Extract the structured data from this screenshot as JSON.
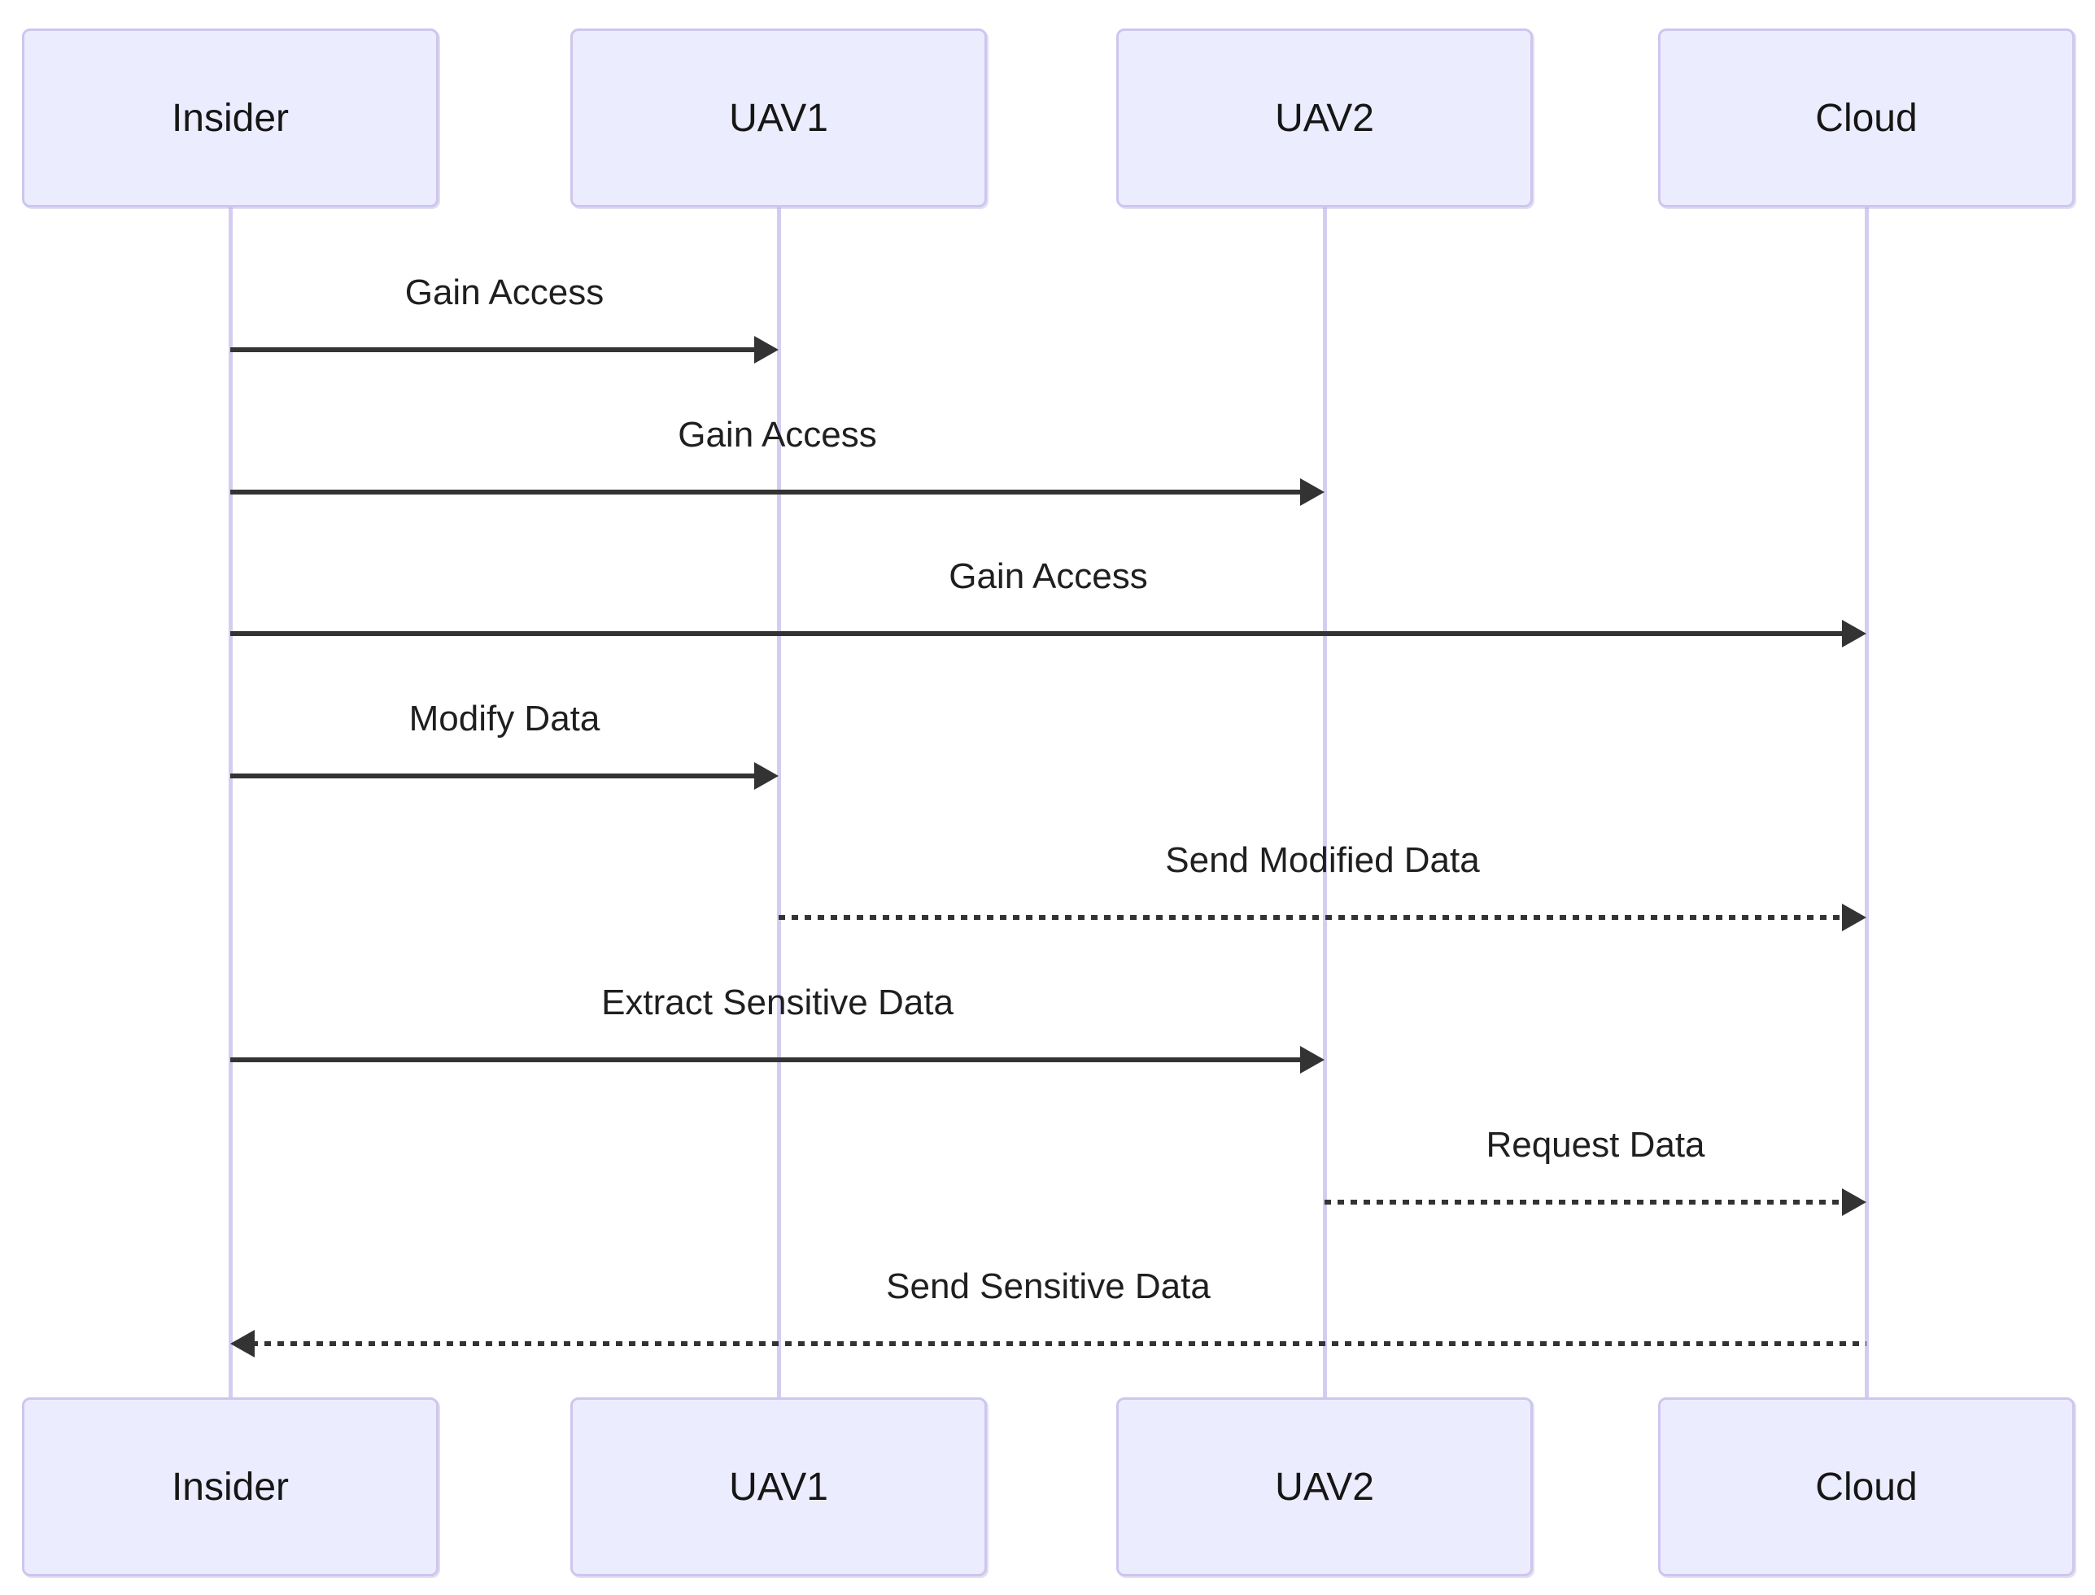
{
  "diagram": {
    "type": "sequence",
    "actors": [
      {
        "id": "insider",
        "label": "Insider"
      },
      {
        "id": "uav1",
        "label": "UAV1"
      },
      {
        "id": "uav2",
        "label": "UAV2"
      },
      {
        "id": "cloud",
        "label": "Cloud"
      }
    ],
    "messages": [
      {
        "label": "Gain Access",
        "from": "insider",
        "to": "uav1",
        "line": "solid"
      },
      {
        "label": "Gain Access",
        "from": "insider",
        "to": "uav2",
        "line": "solid"
      },
      {
        "label": "Gain Access",
        "from": "insider",
        "to": "cloud",
        "line": "solid"
      },
      {
        "label": "Modify Data",
        "from": "insider",
        "to": "uav1",
        "line": "solid"
      },
      {
        "label": "Send Modified Data",
        "from": "uav1",
        "to": "cloud",
        "line": "dashed"
      },
      {
        "label": "Extract Sensitive Data",
        "from": "insider",
        "to": "uav2",
        "line": "solid"
      },
      {
        "label": "Request Data",
        "from": "uav2",
        "to": "cloud",
        "line": "dashed"
      },
      {
        "label": "Send Sensitive Data",
        "from": "cloud",
        "to": "insider",
        "line": "dashed"
      }
    ],
    "colors": {
      "background": "#FFFFFF",
      "actor_fill": "#ECECFF",
      "actor_border": "#CDC6EE",
      "actor_text": "#161616",
      "lifeline": "#D5CDF1",
      "arrow": "#333333",
      "message_text": "#1F1F1F"
    }
  }
}
